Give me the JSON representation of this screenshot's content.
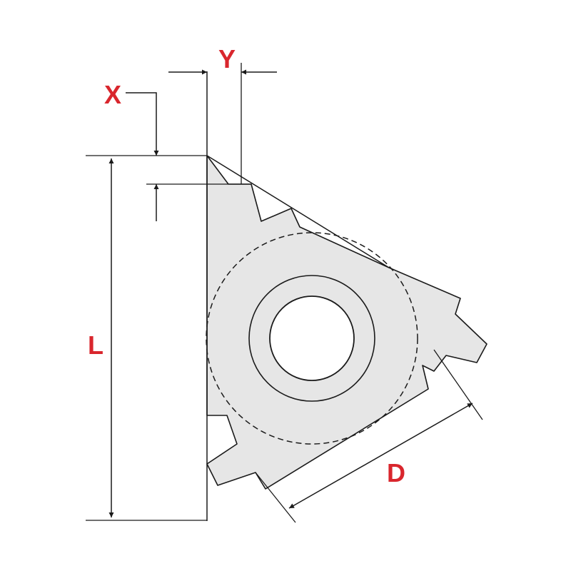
{
  "labels": {
    "x": "X",
    "y": "Y",
    "l": "L",
    "d": "D"
  },
  "colors": {
    "label": "#d9262d",
    "line": "#1a1a1a",
    "insert_fill": "#e6e6e6",
    "background": "#ffffff"
  }
}
